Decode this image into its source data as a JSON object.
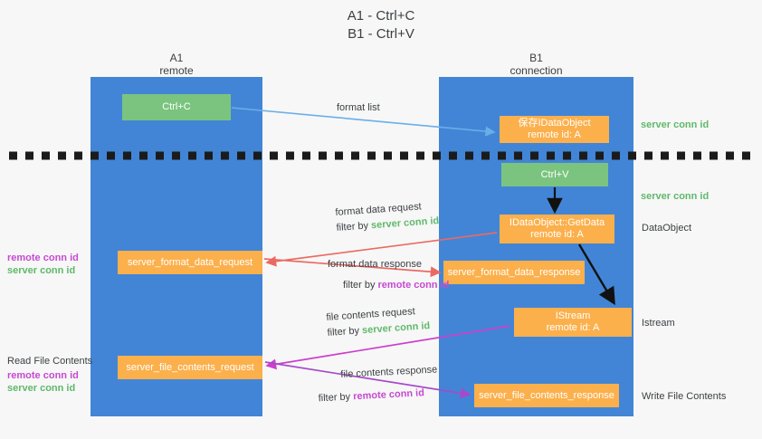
{
  "title": "A1 - Ctrl+C\nB1 - Ctrl+V",
  "colors": {
    "lane": "#4285d6",
    "green_box": "#7bc47f",
    "orange_box": "#fbb04c",
    "green_text": "#5fb96a",
    "purple_text": "#c64ad0",
    "arrow_lightblue": "#6aaee8",
    "arrow_red": "#ea6a62",
    "arrow_magenta": "#cc3fcc",
    "arrow_purple": "#a64ac9",
    "arrow_black": "#111111",
    "background": "#f7f7f7"
  },
  "lanes": [
    {
      "id": "a1",
      "name": "A1",
      "sub": "remote",
      "header": "A1\nremote"
    },
    {
      "id": "b1",
      "name": "B1",
      "sub": "connection",
      "header": "B1\nconnection"
    }
  ],
  "nodes": [
    {
      "id": "ctrl-c",
      "label": "Ctrl+C",
      "sub": "",
      "color": "green"
    },
    {
      "id": "idataobject",
      "label": "保存IDataObject",
      "sub": "remote id: A",
      "color": "orange"
    },
    {
      "id": "ctrl-v",
      "label": "Ctrl+V",
      "sub": "",
      "color": "green"
    },
    {
      "id": "getdata",
      "label": "IDataObject::GetData",
      "sub": "remote id: A",
      "color": "orange"
    },
    {
      "id": "fmt-req",
      "label": "server_format_data_request",
      "sub": "",
      "color": "orange"
    },
    {
      "id": "fmt-resp",
      "label": "server_format_data_response",
      "sub": "",
      "color": "orange"
    },
    {
      "id": "istream",
      "label": "IStream",
      "sub": "remote id: A",
      "color": "orange"
    },
    {
      "id": "file-req",
      "label": "server_file_contents_request",
      "sub": "",
      "color": "orange"
    },
    {
      "id": "file-resp",
      "label": "server_file_contents_response",
      "sub": "",
      "color": "orange"
    }
  ],
  "edges": [
    {
      "id": "format-list",
      "label": "format list",
      "filter_prefix": "",
      "filter_target": "",
      "color": "#6aaee8"
    },
    {
      "id": "format-data-req",
      "label": "format data request",
      "filter_prefix": "filter by ",
      "filter_target": "server conn id",
      "color": "#ea6a62"
    },
    {
      "id": "format-data-resp",
      "label": "format data response",
      "filter_prefix": "filter by ",
      "filter_target": "remote conn id",
      "color": "#ea6a62"
    },
    {
      "id": "file-contents-req",
      "label": "file contents request",
      "filter_prefix": "filter by ",
      "filter_target": "server conn id",
      "color": "#cc3fcc"
    },
    {
      "id": "file-contents-resp",
      "label": "file contents response",
      "filter_prefix": "filter by ",
      "filter_target": "remote conn id",
      "color": "#a64ac9"
    }
  ],
  "side_labels": {
    "server_conn_id_1": "server conn id",
    "server_conn_id_2": "server conn id",
    "dataobject": "DataObject",
    "istream": "Istream",
    "write_file_contents": "Write File Contents"
  },
  "left_labels": {
    "block1_remote": "remote conn id",
    "block1_server": "server conn id",
    "read_file_contents": "Read File Contents",
    "block2_remote": "remote conn id",
    "block2_server": "server conn id"
  }
}
